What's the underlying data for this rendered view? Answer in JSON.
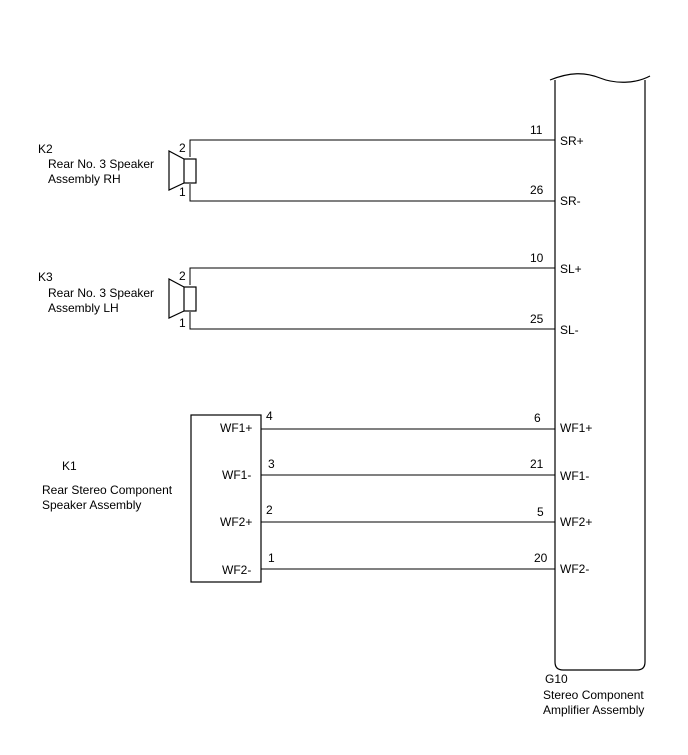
{
  "amplifier": {
    "code": "G10",
    "name_line1": "Stereo Component",
    "name_line2": "Amplifier Assembly",
    "pins": [
      {
        "pin": "11",
        "signal": "SR+"
      },
      {
        "pin": "26",
        "signal": "SR-"
      },
      {
        "pin": "10",
        "signal": "SL+"
      },
      {
        "pin": "25",
        "signal": "SL-"
      },
      {
        "pin": "6",
        "signal": "WF1+"
      },
      {
        "pin": "21",
        "signal": "WF1-"
      },
      {
        "pin": "5",
        "signal": "WF2+"
      },
      {
        "pin": "20",
        "signal": "WF2-"
      }
    ]
  },
  "speaker_rh": {
    "code": "K2",
    "name_line1": "Rear No. 3 Speaker",
    "name_line2": "Assembly RH",
    "pin_top": "2",
    "pin_bottom": "1"
  },
  "speaker_lh": {
    "code": "K3",
    "name_line1": "Rear No. 3 Speaker",
    "name_line2": "Assembly LH",
    "pin_top": "2",
    "pin_bottom": "1"
  },
  "subwoofer": {
    "code": "K1",
    "name_line1": "Rear Stereo Component",
    "name_line2": "Speaker Assembly",
    "pins": [
      {
        "pin": "4",
        "signal": "WF1+"
      },
      {
        "pin": "3",
        "signal": "WF1-"
      },
      {
        "pin": "2",
        "signal": "WF2+"
      },
      {
        "pin": "1",
        "signal": "WF2-"
      }
    ]
  }
}
